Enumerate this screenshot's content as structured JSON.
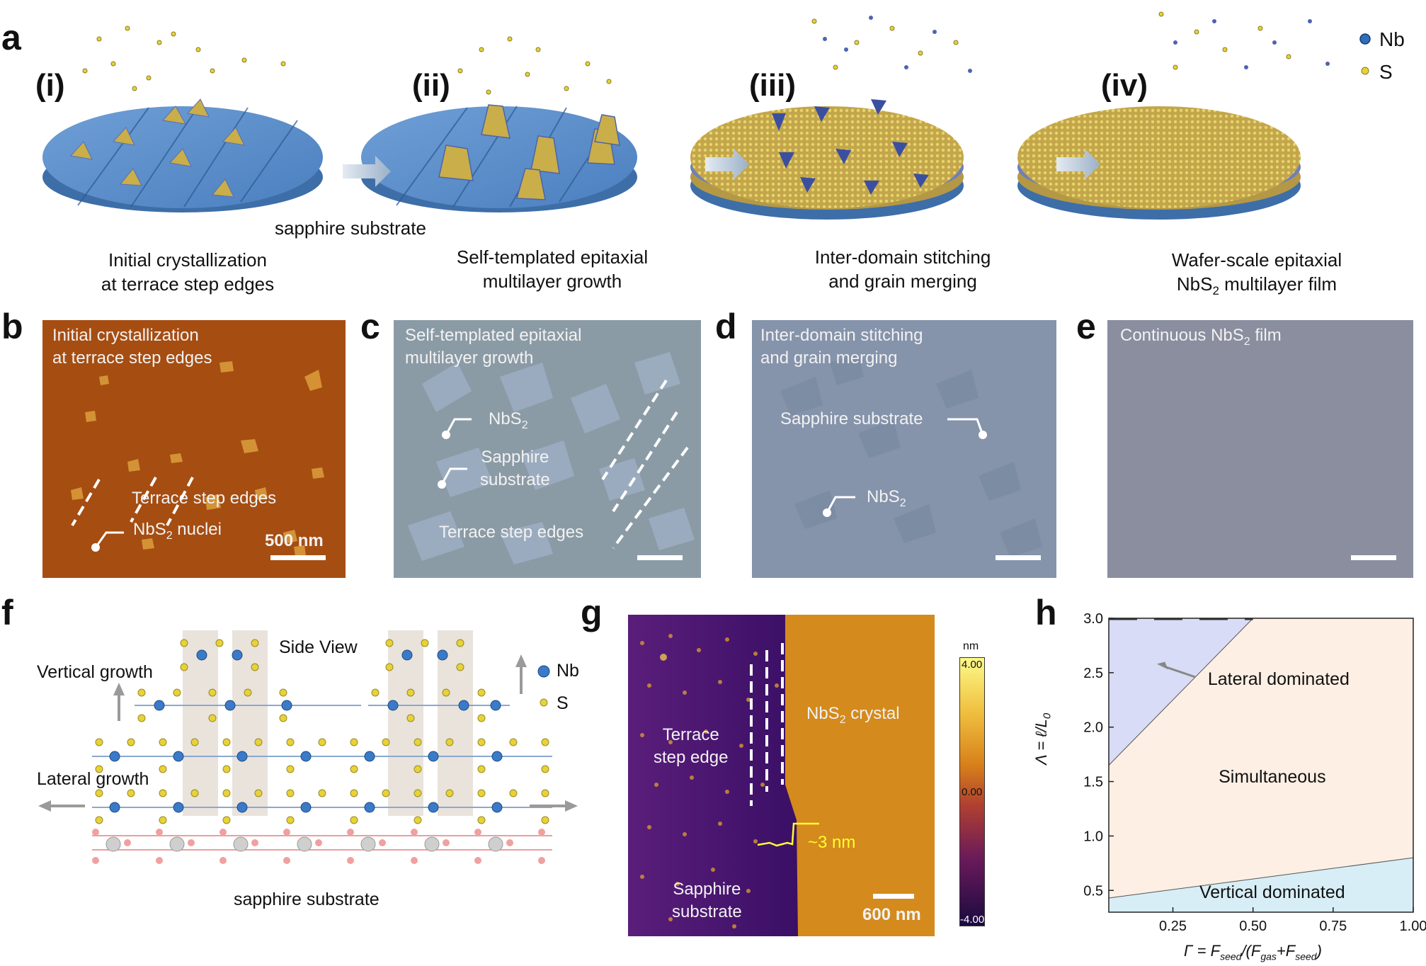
{
  "panel_letters": {
    "a": "a",
    "b": "b",
    "c": "c",
    "d": "d",
    "e": "e",
    "f": "f",
    "g": "g",
    "h": "h"
  },
  "panel_a": {
    "steps": [
      "(i)",
      "(ii)",
      "(iii)",
      "(iv)"
    ],
    "substrate_label": "sapphire substrate",
    "legend": [
      {
        "symbol": "Nb",
        "color": "#2f6fb8"
      },
      {
        "symbol": "S",
        "color": "#e6d23a"
      }
    ],
    "captions": [
      {
        "line1": "Initial crystallization",
        "line2": "at terrace step edges"
      },
      {
        "line1": "Self-templated epitaxial",
        "line2": "multilayer growth"
      },
      {
        "line1": "Inter-domain stitching",
        "line2": "and grain merging"
      },
      {
        "line1": "Wafer-scale epitaxial",
        "line2_pre": "NbS",
        "line2_sub": "2",
        "line2_post": " multilayer film"
      }
    ]
  },
  "panel_b": {
    "title1": "Initial crystallization",
    "title2": "at terrace step edges",
    "step_label": "Terrace step edges",
    "nuclei_pre": "NbS",
    "nuclei_sub": "2",
    "nuclei_post": " nuclei",
    "scale": "500 nm"
  },
  "panel_c": {
    "title1": "Self-templated epitaxial",
    "title2": "multilayer growth",
    "nbs2_pre": "NbS",
    "nbs2_sub": "2",
    "sapphire1": "Sapphire",
    "sapphire2": "substrate",
    "step_label": "Terrace step edges"
  },
  "panel_d": {
    "title1": "Inter-domain stitching",
    "title2": "and grain merging",
    "sapphire": "Sapphire substrate",
    "nbs2_pre": "NbS",
    "nbs2_sub": "2"
  },
  "panel_e": {
    "title_pre": "Continuous NbS",
    "title_sub": "2",
    "title_post": " film"
  },
  "panel_f": {
    "side_view": "Side View",
    "vertical": "Vertical growth",
    "lateral": "Lateral growth",
    "legend_nb": "Nb",
    "legend_s": "S",
    "substrate": "sapphire substrate"
  },
  "panel_g": {
    "terrace1": "Terrace",
    "terrace2": "step edge",
    "crystal_pre": "NbS",
    "crystal_sub": "2",
    "crystal_post": " crystal",
    "height": "~3 nm",
    "sapphire1": "Sapphire",
    "sapphire2": "substrate",
    "scale": "600 nm",
    "colorbar_unit": "nm",
    "colorbar_ticks": [
      "4.00",
      "0.00",
      "-4.00"
    ]
  },
  "chart_data": {
    "type": "area",
    "xlabel": "Γ = F_seed/(F_gas+F_seed)",
    "ylabel": "Λ = ℓ/L_0",
    "xlim": [
      0.05,
      1.0
    ],
    "ylim": [
      0.3,
      3.0
    ],
    "xticks": [
      "0.25",
      "0.50",
      "0.75",
      "1.00"
    ],
    "yticks": [
      "0.5",
      "1.0",
      "1.5",
      "2.0",
      "2.5",
      "3.0"
    ],
    "regions": [
      {
        "name": "Lateral dominated",
        "color": "#d9dcf6",
        "boundary": [
          [
            0.05,
            1.65
          ],
          [
            0.5,
            3.0
          ]
        ]
      },
      {
        "name": "Simultaneous",
        "color": "#fdefe4"
      },
      {
        "name": "Vertical dominated",
        "color": "#d7eef6",
        "boundary": [
          [
            0.05,
            0.43
          ],
          [
            1.0,
            0.8
          ]
        ]
      }
    ]
  }
}
